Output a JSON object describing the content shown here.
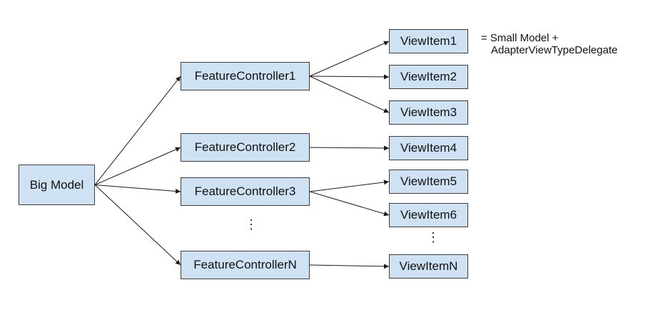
{
  "source": {
    "label": "Big Model"
  },
  "controllers": [
    {
      "label": "FeatureController1"
    },
    {
      "label": "FeatureController2"
    },
    {
      "label": "FeatureController3"
    },
    {
      "label": "FeatureControllerN"
    }
  ],
  "view_items": [
    {
      "label": "ViewItem1"
    },
    {
      "label": "ViewItem2"
    },
    {
      "label": "ViewItem3"
    },
    {
      "label": "ViewItem4"
    },
    {
      "label": "ViewItem5"
    },
    {
      "label": "ViewItem6"
    },
    {
      "label": "ViewItemN"
    }
  ],
  "ellipsis": {
    "controllers": "⋮",
    "view_items": "⋮"
  },
  "note": {
    "line1": "= Small Model +",
    "line2": "AdapterViewTypeDelegate"
  },
  "edges": [
    {
      "from": "big-model",
      "to": "controller-1"
    },
    {
      "from": "big-model",
      "to": "controller-2"
    },
    {
      "from": "big-model",
      "to": "controller-3"
    },
    {
      "from": "big-model",
      "to": "controller-n"
    },
    {
      "from": "controller-1",
      "to": "view-item-1"
    },
    {
      "from": "controller-1",
      "to": "view-item-2"
    },
    {
      "from": "controller-1",
      "to": "view-item-3"
    },
    {
      "from": "controller-2",
      "to": "view-item-4"
    },
    {
      "from": "controller-3",
      "to": "view-item-5"
    },
    {
      "from": "controller-3",
      "to": "view-item-6"
    },
    {
      "from": "controller-n",
      "to": "view-item-n"
    }
  ],
  "colors": {
    "box_fill": "#cfe2f3",
    "box_border": "#3c3c3c",
    "edge": "#1a1a1a"
  }
}
